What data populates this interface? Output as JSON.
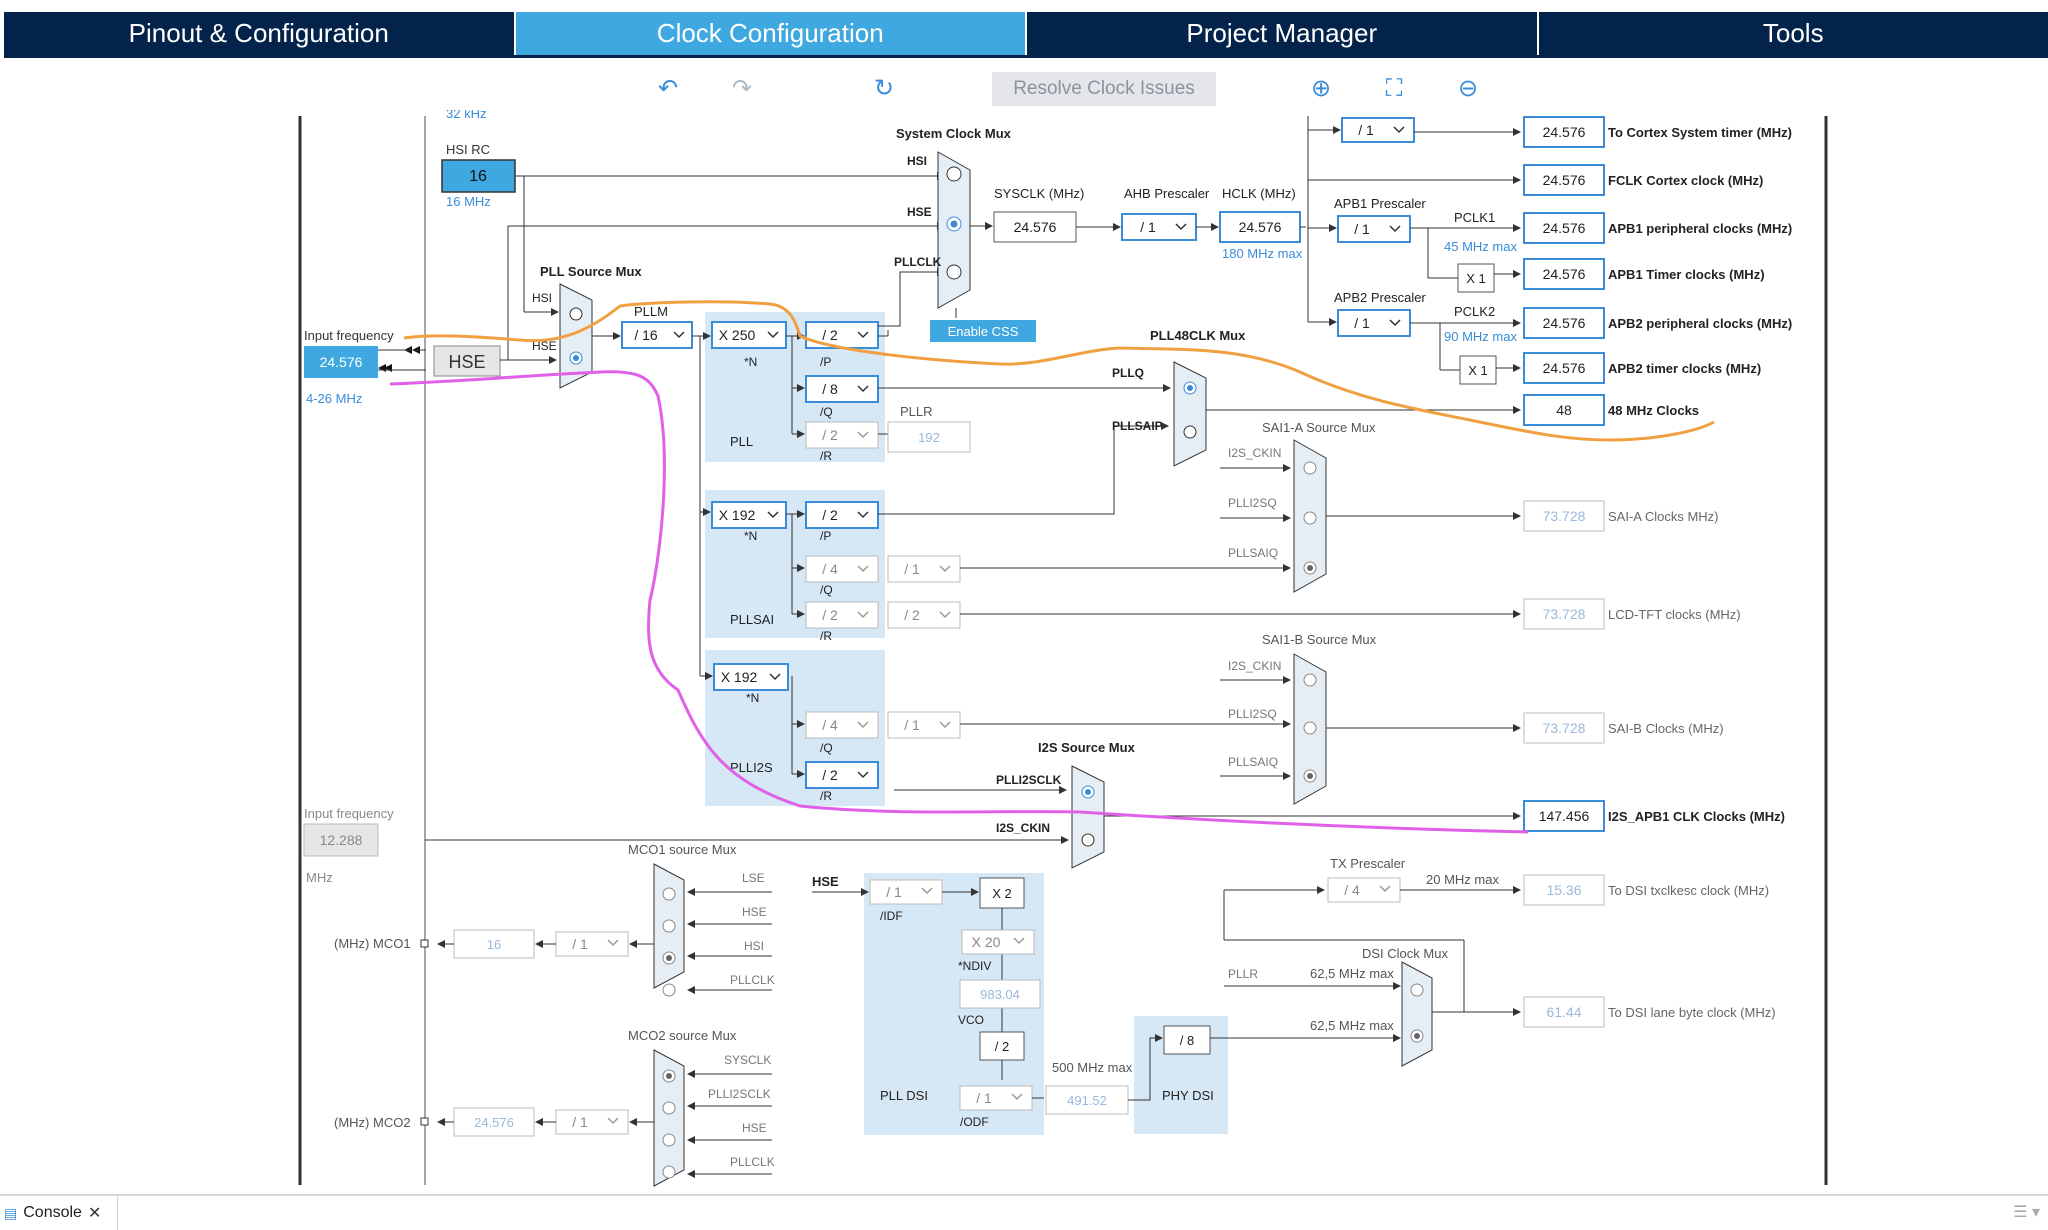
{
  "tabs": [
    {
      "label": "Pinout & Configuration",
      "active": false
    },
    {
      "label": "Clock Configuration",
      "active": true
    },
    {
      "label": "Project Manager",
      "active": false
    },
    {
      "label": "Tools",
      "active": false
    }
  ],
  "toolbar": {
    "undo_icon": "undo-icon",
    "redo_icon": "redo-icon",
    "reset_icon": "refresh-icon",
    "resolve_label": "Resolve Clock Issues",
    "zoom_in_icon": "zoom-in-icon",
    "fit_icon": "fit-screen-icon",
    "zoom_out_icon": "zoom-out-icon"
  },
  "diagram": {
    "lse_top_label": "32 kHz",
    "hsi_rc": {
      "label": "HSI RC",
      "value": "16",
      "freq": "16 MHz"
    },
    "input_freq": {
      "label": "Input frequency",
      "value": "24.576",
      "range": "4-26 MHz"
    },
    "hse_block": "HSE",
    "input_freq2": {
      "label": "Input frequency",
      "value": "12.288",
      "unit": "MHz"
    },
    "pll_source_mux": {
      "title": "PLL Source Mux",
      "hsi": "HSI",
      "hse": "HSE"
    },
    "pllm": {
      "label": "PLLM",
      "value": "/ 16"
    },
    "pll": {
      "title": "PLL",
      "n": "X 250",
      "n_label": "*N",
      "p": "/ 2",
      "p_label": "/P",
      "q": "/ 8",
      "q_label": "/Q",
      "r": "/ 2",
      "r_label": "/R",
      "pllr_label": "PLLR",
      "pllr_value": "192"
    },
    "pllsai": {
      "title": "PLLSAI",
      "n": "X 192",
      "n_label": "*N",
      "p": "/ 2",
      "p_label": "/P",
      "q": "/ 4",
      "q_label": "/Q",
      "q2": "/ 1",
      "r": "/ 2",
      "r_label": "/R",
      "r2": "/ 2"
    },
    "plli2s": {
      "title": "PLLI2S",
      "n": "X 192",
      "n_label": "*N",
      "q": "/ 4",
      "q_label": "/Q",
      "q2": "/ 1",
      "r": "/ 2",
      "r_label": "/R"
    },
    "system_clock_mux": {
      "title": "System Clock Mux",
      "hsi": "HSI",
      "hse": "HSE",
      "pllclk": "PLLCLK"
    },
    "enable_css": "Enable CSS",
    "sysclk": {
      "label": "SYSCLK (MHz)",
      "value": "24.576"
    },
    "ahb": {
      "label": "AHB Prescaler",
      "value": "/ 1"
    },
    "hclk": {
      "label": "HCLK (MHz)",
      "value": "24.576",
      "max": "180 MHz max"
    },
    "cortex_div": "/ 1",
    "apb1": {
      "label": "APB1 Prescaler",
      "value": "/ 1",
      "pclk": "PCLK1",
      "max": "45 MHz max",
      "x": "X 1"
    },
    "apb2": {
      "label": "APB2 Prescaler",
      "value": "/ 1",
      "pclk": "PCLK2",
      "max": "90 MHz max",
      "x": "X 1"
    },
    "outputs": [
      {
        "value": "24.576",
        "label": "To Cortex System timer (MHz)"
      },
      {
        "value": "24.576",
        "label": "FCLK Cortex clock (MHz)"
      },
      {
        "value": "24.576",
        "label": "APB1 peripheral clocks (MHz)"
      },
      {
        "value": "24.576",
        "label": "APB1 Timer clocks (MHz)"
      },
      {
        "value": "24.576",
        "label": "APB2 peripheral clocks (MHz)"
      },
      {
        "value": "24.576",
        "label": "APB2 timer clocks (MHz)"
      },
      {
        "value": "48",
        "label": "48 MHz Clocks"
      },
      {
        "value": "73.728",
        "label": "SAI-A Clocks MHz)"
      },
      {
        "value": "73.728",
        "label": "LCD-TFT clocks (MHz)"
      },
      {
        "value": "73.728",
        "label": "SAI-B Clocks (MHz)"
      },
      {
        "value": "147.456",
        "label": "I2S_APB1 CLK Clocks (MHz)"
      },
      {
        "value": "15.36",
        "label": "To DSI txclkesc clock (MHz)"
      },
      {
        "value": "61.44",
        "label": "To DSI lane byte clock (MHz)"
      }
    ],
    "pll48clk_mux": {
      "title": "PLL48CLK Mux",
      "pllq": "PLLQ",
      "pllsaip": "PLLSAIP"
    },
    "sai1a_mux": {
      "title": "SAI1-A Source Mux",
      "in1": "I2S_CKIN",
      "in2": "PLLI2SQ",
      "in3": "PLLSAIQ"
    },
    "sai1b_mux": {
      "title": "SAI1-B Source Mux",
      "in1": "I2S_CKIN",
      "in2": "PLLI2SQ",
      "in3": "PLLSAIQ"
    },
    "i2s_mux": {
      "title": "I2S Source Mux",
      "in1": "PLLI2SCLK",
      "in2": "I2S_CKIN"
    },
    "mco1": {
      "title": "MCO1 source Mux",
      "label": "(MHz) MCO1",
      "value": "16",
      "div": "/ 1",
      "in": [
        "LSE",
        "HSE",
        "HSI",
        "PLLCLK"
      ]
    },
    "mco2": {
      "title": "MCO2 source Mux",
      "label": "(MHz) MCO2",
      "value": "24.576",
      "div": "/ 1",
      "in": [
        "SYSCLK",
        "PLLI2SCLK",
        "HSE",
        "PLLCLK"
      ]
    },
    "dsi": {
      "hse": "HSE",
      "idf": "/ 1",
      "idf_label": "/IDF",
      "x2": "X 2",
      "ndiv": "X 20",
      "ndiv_label": "*NDIV",
      "vco_value": "983.04",
      "vco_label": "VCO",
      "div2": "/ 2",
      "odf": "/ 1",
      "odf_label": "/ODF",
      "pll_dsi": "PLL DSI",
      "max500": "500 MHz max",
      "odf_value": "491.52",
      "phy_div": "/ 8",
      "phy_dsi": "PHY DSI",
      "tx_label": "TX Prescaler",
      "tx_value": "/ 4",
      "tx_max": "20 MHz max",
      "dsi_mux": "DSI Clock Mux",
      "pllr": "PLLR",
      "max62a": "62,5 MHz max",
      "max62b": "62,5 MHz max"
    }
  },
  "console": {
    "label": "Console",
    "icon": "console-icon",
    "close_icon": "close-icon"
  },
  "colors": {
    "tab_bg": "#03234b",
    "tab_active": "#3fa8e0",
    "accent": "#3a8cd8",
    "pll_bg": "#d6e7f5",
    "orange": "#f0a040",
    "magenta": "#e060e8"
  }
}
